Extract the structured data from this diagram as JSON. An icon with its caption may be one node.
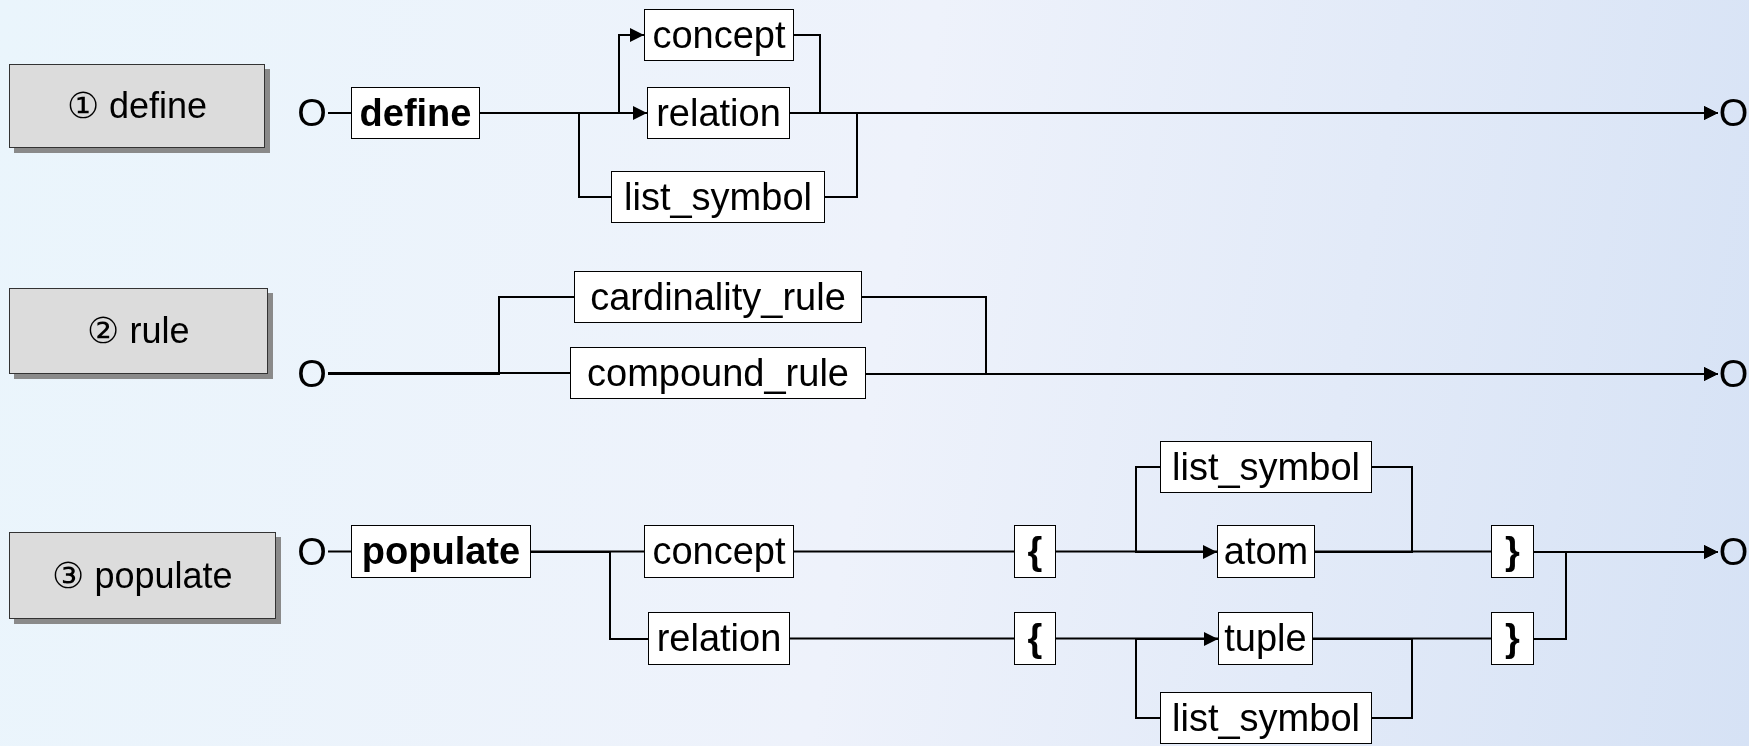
{
  "diagram": {
    "nodes": [
      {
        "text": [
          "① define"
        ]
      },
      {
        "text": [
          "O"
        ]
      },
      {
        "text": [
          "define"
        ]
      },
      {
        "text": [
          "concept"
        ]
      },
      {
        "text": [
          "relation"
        ]
      },
      {
        "text": [
          "list_symbol"
        ]
      },
      {
        "text": [
          "O"
        ]
      },
      {
        "text": [
          "② rule"
        ]
      },
      {
        "text": [
          "O"
        ]
      },
      {
        "text": [
          "cardinality_rule"
        ]
      },
      {
        "text": [
          "compound_rule"
        ]
      },
      {
        "text": [
          "O"
        ]
      },
      {
        "text": [
          "③ populate"
        ]
      },
      {
        "text": [
          "O"
        ]
      },
      {
        "text": [
          "populate"
        ]
      },
      {
        "text": [
          "concept"
        ]
      },
      {
        "text": [
          "relation"
        ]
      },
      {
        "text": [
          "{"
        ]
      },
      {
        "text": [
          "list_symbol"
        ]
      },
      {
        "text": [
          "atom"
        ]
      },
      {
        "text": [
          "}"
        ]
      },
      {
        "text": [
          "{"
        ]
      },
      {
        "text": [
          "tuple"
        ]
      },
      {
        "text": [
          "list_symbol"
        ]
      },
      {
        "text": [
          "}"
        ]
      },
      {
        "text": [
          "O"
        ]
      }
    ],
    "edges": [
      {
        "from": 1,
        "to": 2,
        "arrow": "none"
      },
      {
        "from": 2,
        "to": 3,
        "arrow": "none"
      },
      {
        "from": 2,
        "to": 4,
        "arrow": "none"
      },
      {
        "from": 3,
        "to": 6,
        "arrow": "to"
      },
      {
        "from": 4,
        "to": 6,
        "arrow": "to"
      },
      {
        "from": 3,
        "to": 5,
        "arrow": "none"
      },
      {
        "from": 4,
        "to": 5,
        "arrow": "none"
      },
      {
        "from": 5,
        "to": 3,
        "arrow": "to"
      },
      {
        "from": 5,
        "to": 4,
        "arrow": "to"
      },
      {
        "from": 8,
        "to": 9,
        "arrow": "none"
      },
      {
        "from": 8,
        "to": 10,
        "arrow": "none"
      },
      {
        "from": 9,
        "to": 11,
        "arrow": "to"
      },
      {
        "from": 10,
        "to": 11,
        "arrow": "to"
      },
      {
        "from": 13,
        "to": 14,
        "arrow": "none"
      },
      {
        "from": 14,
        "to": 15,
        "arrow": "none"
      },
      {
        "from": 14,
        "to": 16,
        "arrow": "none"
      },
      {
        "from": 15,
        "to": 17,
        "arrow": "none"
      },
      {
        "from": 16,
        "to": 21,
        "arrow": "none"
      },
      {
        "from": 17,
        "to": 19,
        "arrow": "none"
      },
      {
        "from": 19,
        "to": 20,
        "arrow": "none"
      },
      {
        "from": 19,
        "to": 18,
        "arrow": "none"
      },
      {
        "from": 18,
        "to": 19,
        "arrow": "to"
      },
      {
        "from": 20,
        "to": 25,
        "arrow": "to"
      },
      {
        "from": 21,
        "to": 22,
        "arrow": "none"
      },
      {
        "from": 22,
        "to": 24,
        "arrow": "none"
      },
      {
        "from": 22,
        "to": 23,
        "arrow": "none"
      },
      {
        "from": 23,
        "to": 22,
        "arrow": "to"
      },
      {
        "from": 24,
        "to": 25,
        "arrow": "to"
      }
    ]
  }
}
